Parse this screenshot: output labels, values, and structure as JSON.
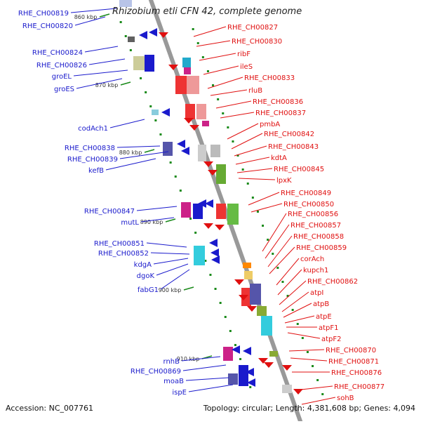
{
  "title": "Rhizobium etli CFN 42, complete genome",
  "footer": {
    "accession": "Accession: NC_007761",
    "summary": "Topology: circular; Length: 4,381,608 bp; Genes: 4,094"
  },
  "scale_labels": [
    "860 kbp",
    "870 kbp",
    "880 kbp",
    "890 kbp",
    "900 kbp",
    "910 kbp"
  ],
  "colors": {
    "minus_strand": "#1a1acc",
    "plus_strand": "#e01010",
    "backbone": "#999999",
    "tick": "#1a8a1a"
  },
  "left_labels": [
    "RHE_CH00819",
    "RHE_CH00820",
    "RHE_CH00824",
    "RHE_CH00826",
    "groEL",
    "groES",
    "codAch1",
    "RHE_CH00838",
    "RHE_CH00839",
    "kefB",
    "RHE_CH00847",
    "mutL",
    "RHE_CH00851",
    "RHE_CH00852",
    "kdgA",
    "dgoK",
    "fabG1",
    "rnhB",
    "RHE_CH00869",
    "moaB",
    "ispE"
  ],
  "right_labels": [
    "RHE_CH00827",
    "RHE_CH00830",
    "ribF",
    "ileS",
    "RHE_CH00833",
    "rluB",
    "RHE_CH00836",
    "RHE_CH00837",
    "pmbA",
    "RHE_CH00842",
    "RHE_CH00843",
    "kdtA",
    "RHE_CH00845",
    "lpxK",
    "RHE_CH00849",
    "RHE_CH00850",
    "RHE_CH00856",
    "RHE_CH00857",
    "RHE_CH00858",
    "RHE_CH00859",
    "corAch",
    "kupch1",
    "RHE_CH00862",
    "atpI",
    "atpB",
    "atpE",
    "atpF1",
    "atpF2",
    "RHE_CH00870",
    "RHE_CH00871",
    "RHE_CH00876",
    "RHE_CH00877",
    "sohB"
  ]
}
